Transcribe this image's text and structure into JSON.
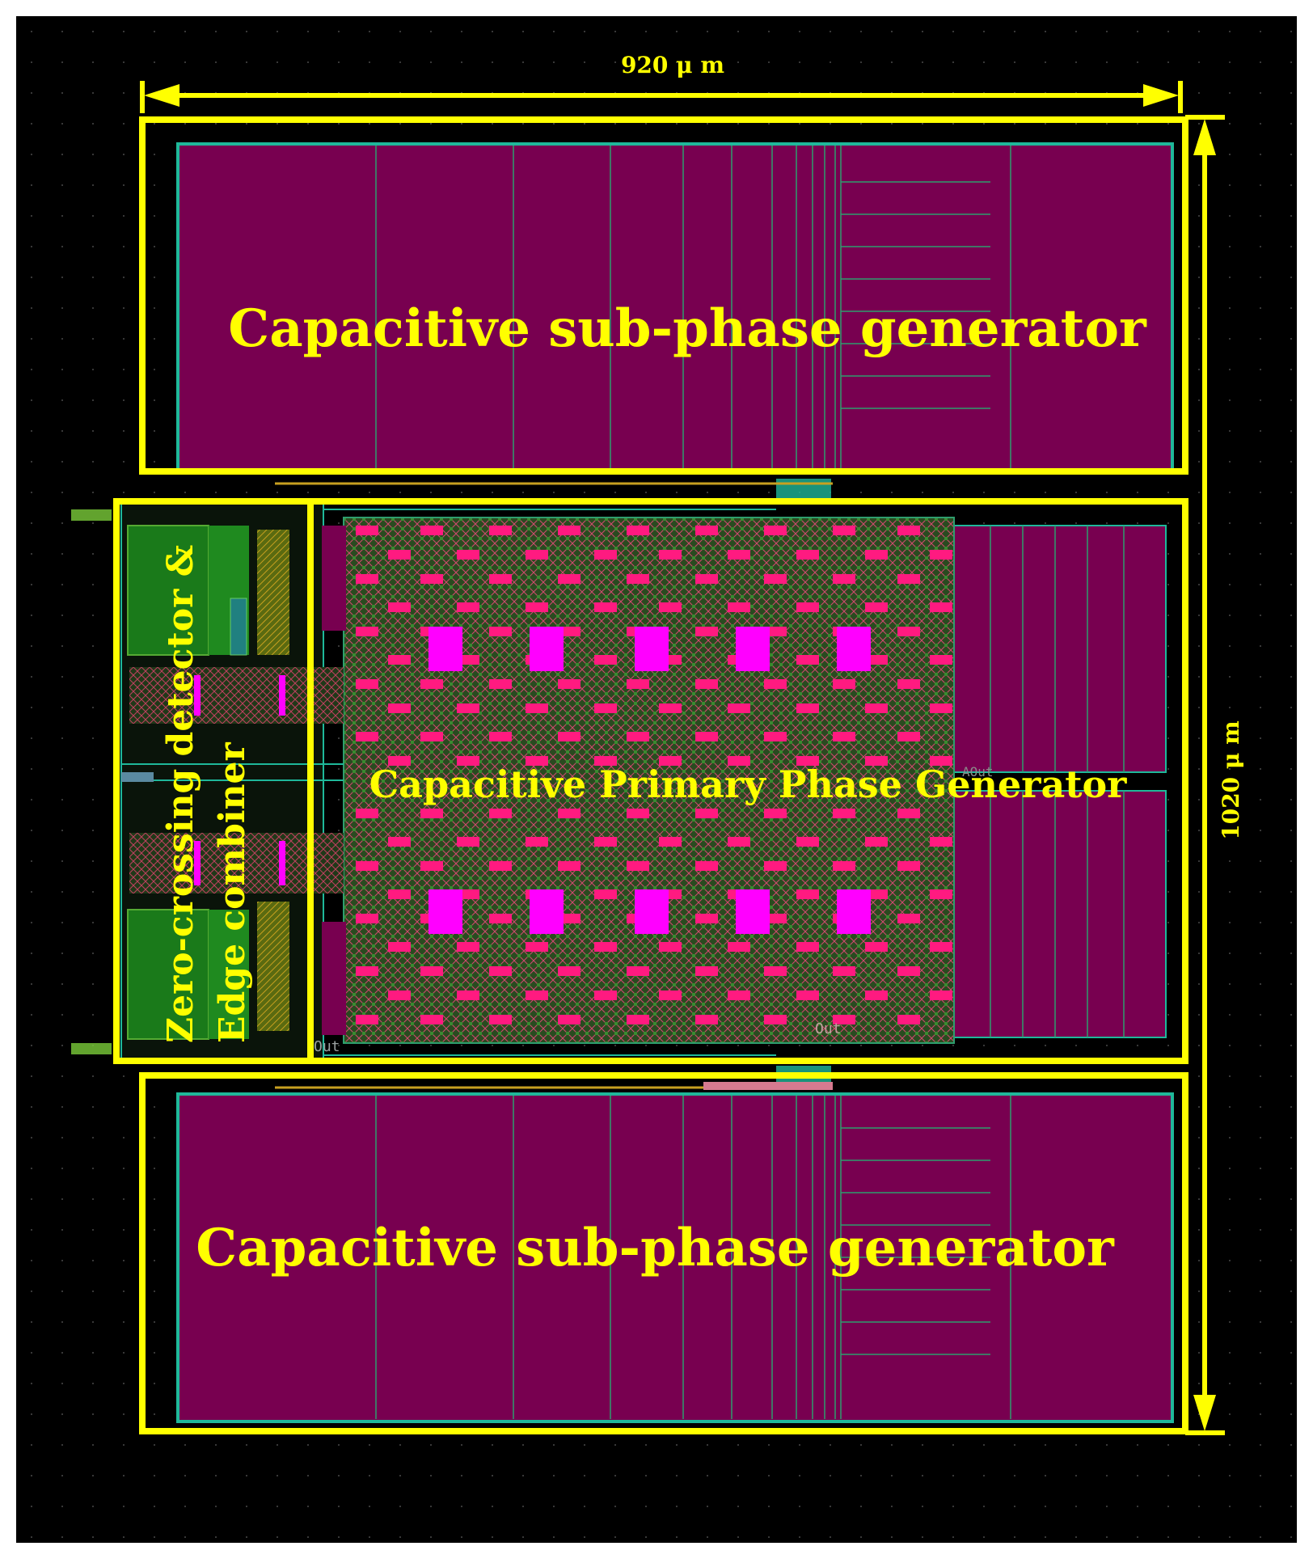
{
  "labels": {
    "width_dim": "920 μ m",
    "height_dim": "1020 μ m",
    "top_block": "Capacitive sub-phase generator",
    "bottom_block": "Capacitive sub-phase generator",
    "middle_block": "Capacitive Primary Phase Generator",
    "left_block_line1": "Zero-crossing detector &",
    "left_block_line2": "Edge combiner"
  },
  "pin_labels": {
    "out_left": "Out",
    "out_right": "Out",
    "aout": "AOut"
  },
  "colors": {
    "background": "#000000",
    "highlight": "#ffff00",
    "capacitor_fill": "#780050",
    "outline": "#1fb89a",
    "metal_pink": "#ff1a80",
    "via_magenta": "#ff00ff",
    "logic_green": "#1a7a1a"
  }
}
